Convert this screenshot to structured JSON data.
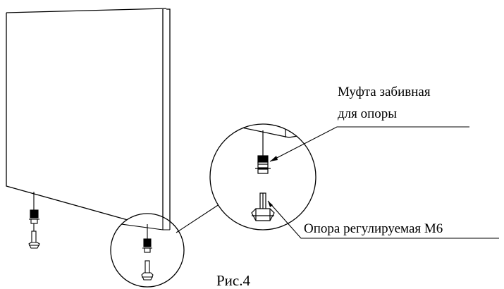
{
  "figure": {
    "callouts": {
      "coupling_line1": "Муфта забивная",
      "coupling_line2": "для опоры",
      "support": "Опора регулируемая М6"
    },
    "caption": "Рис.4"
  },
  "colors": {
    "stroke": "#000000",
    "background": "#ffffff"
  },
  "icons": [
    "panel-drawing",
    "coupling-drawing",
    "adjustable-foot-drawing",
    "magnifier-circle",
    "leader-line"
  ]
}
